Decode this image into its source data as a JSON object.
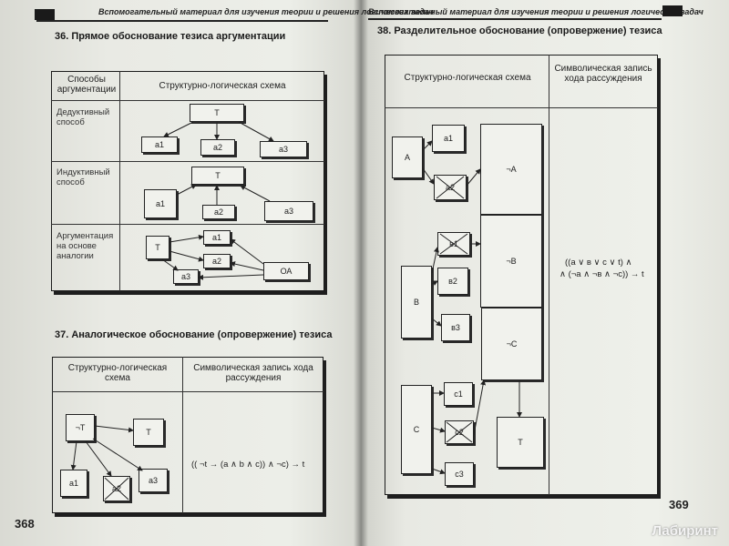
{
  "left_page": {
    "running_header": "Вспомогательный материал для изучения теории и решения логических задач",
    "page_number": "368",
    "section36": {
      "title": "36. Прямое обоснование тезиса аргументации",
      "col1_header": "Способы аргументации",
      "col2_header": "Структурно-логическая схема",
      "rows": [
        {
          "method": "Дедуктивный способ",
          "boxes": [
            "Т",
            "a1",
            "a2",
            "a3"
          ]
        },
        {
          "method": "Индуктивный способ",
          "boxes": [
            "Т",
            "a1",
            "a2",
            "a3"
          ]
        },
        {
          "method": "Аргументация на основе аналогии",
          "boxes": [
            "Т",
            "a1",
            "a2",
            "a3",
            "ОА"
          ]
        }
      ]
    },
    "section37": {
      "title": "37. Аналогическое обоснование (опровержение) тезиса",
      "col1_header": "Структурно-логическая схема",
      "col2_header": "Символическая запись хода рассуждения",
      "boxes": [
        "¬Т",
        "Т",
        "a1",
        "a2",
        "a3"
      ],
      "formula": "(( ¬t → (a ∧ b ∧ c)) ∧ ¬c) → t"
    }
  },
  "right_page": {
    "running_header": "Вспомогательный материал для изучения теории и решения логических задач",
    "page_number": "369",
    "section38": {
      "title": "38. Разделительное обоснование (опровержение) тезиса",
      "col1_header": "Структурно-логическая схема",
      "col2_header": "Символическая запись хода рассуждения",
      "boxes": {
        "A": "A",
        "a1": "a1",
        "a2": "a2",
        "neg_a": "¬A",
        "B": "B",
        "b1": "в1",
        "b2": "в2",
        "b3": "в3",
        "neg_b": "¬B",
        "neg_c": "¬C",
        "C": "C",
        "c1": "c1",
        "c2": "c2",
        "c3": "c3",
        "T": "Т"
      },
      "formula_line1": "((a ∨ в ∨ c ∨ t) ∧",
      "formula_line2": "∧ (¬a ∧ ¬в ∧ ¬c)) → t"
    }
  },
  "watermark": "Лабиринт"
}
